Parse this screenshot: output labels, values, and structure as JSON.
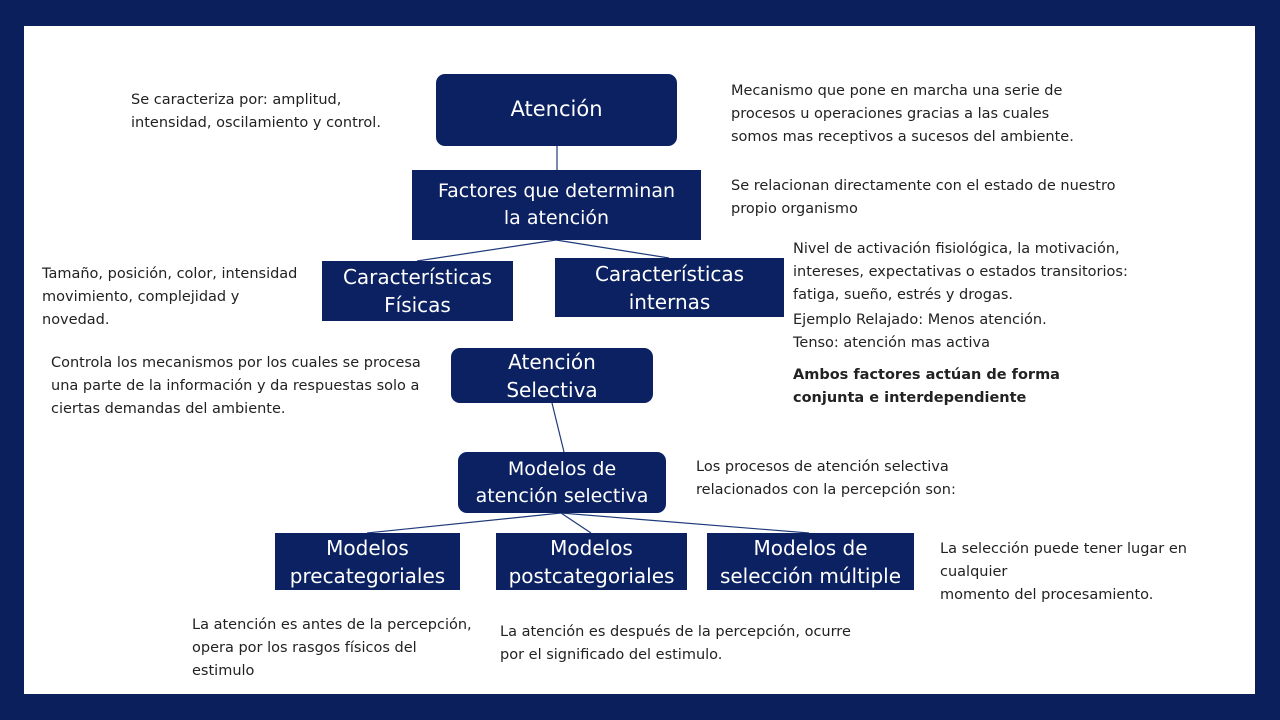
{
  "nodes": {
    "atencion": "Atención",
    "factores": "Factores que determinan\nla atención",
    "fisicas": "Características\nFísicas",
    "internas": "Características\ninternas",
    "selectiva": "Atención\nSelectiva",
    "modelos": "Modelos de\natención selectiva",
    "precategoriales": "Modelos\nprecategoriales",
    "postcategoriales": "Modelos\npostcategoriales",
    "multiple": "Modelos de\nselección múltiple"
  },
  "notes": {
    "caracteriza": "Se caracteriza por: amplitud,\nintensidad, oscilamiento y control.",
    "mecanismo": "Mecanismo que pone en marcha una serie de\nprocesos u operaciones gracias a las cuales\nsomos mas receptivos a sucesos del ambiente.",
    "relacionan": "Se relacionan directamente con el estado de nuestro\npropio organismo",
    "tamano": "Tamaño, posición, color, intensidad\nmovimiento, complejidad y\nnovedad.",
    "nivel": "Nivel de activación fisiológica, la motivación,\nintereses, expectativas  o estados transitorios:\nfatiga, sueño, estrés y drogas.",
    "ejemplo": "Ejemplo Relajado: Menos atención.\nTenso: atención mas activa",
    "controla": "Controla los mecanismos por los cuales se procesa\nuna parte de la información y da respuestas solo a\nciertas demandas del ambiente.",
    "ambos": "Ambos factores actúan de forma\nconjunta e interdependiente",
    "procesos": "Los procesos de atención selectiva\nrelacionados con la percepción son:",
    "seleccion": " La selección puede tener lugar en\ncualquier\nmomento del procesamiento.",
    "antes": "La atención es antes de la percepción,\nopera por los rasgos físicos del\nestimulo",
    "despues": "La atención es después de la percepción, ocurre\npor el significado del estimulo."
  },
  "colors": {
    "frame": "#0a1f5c",
    "node": "#0b2161",
    "connector": "#1f3a7a"
  }
}
